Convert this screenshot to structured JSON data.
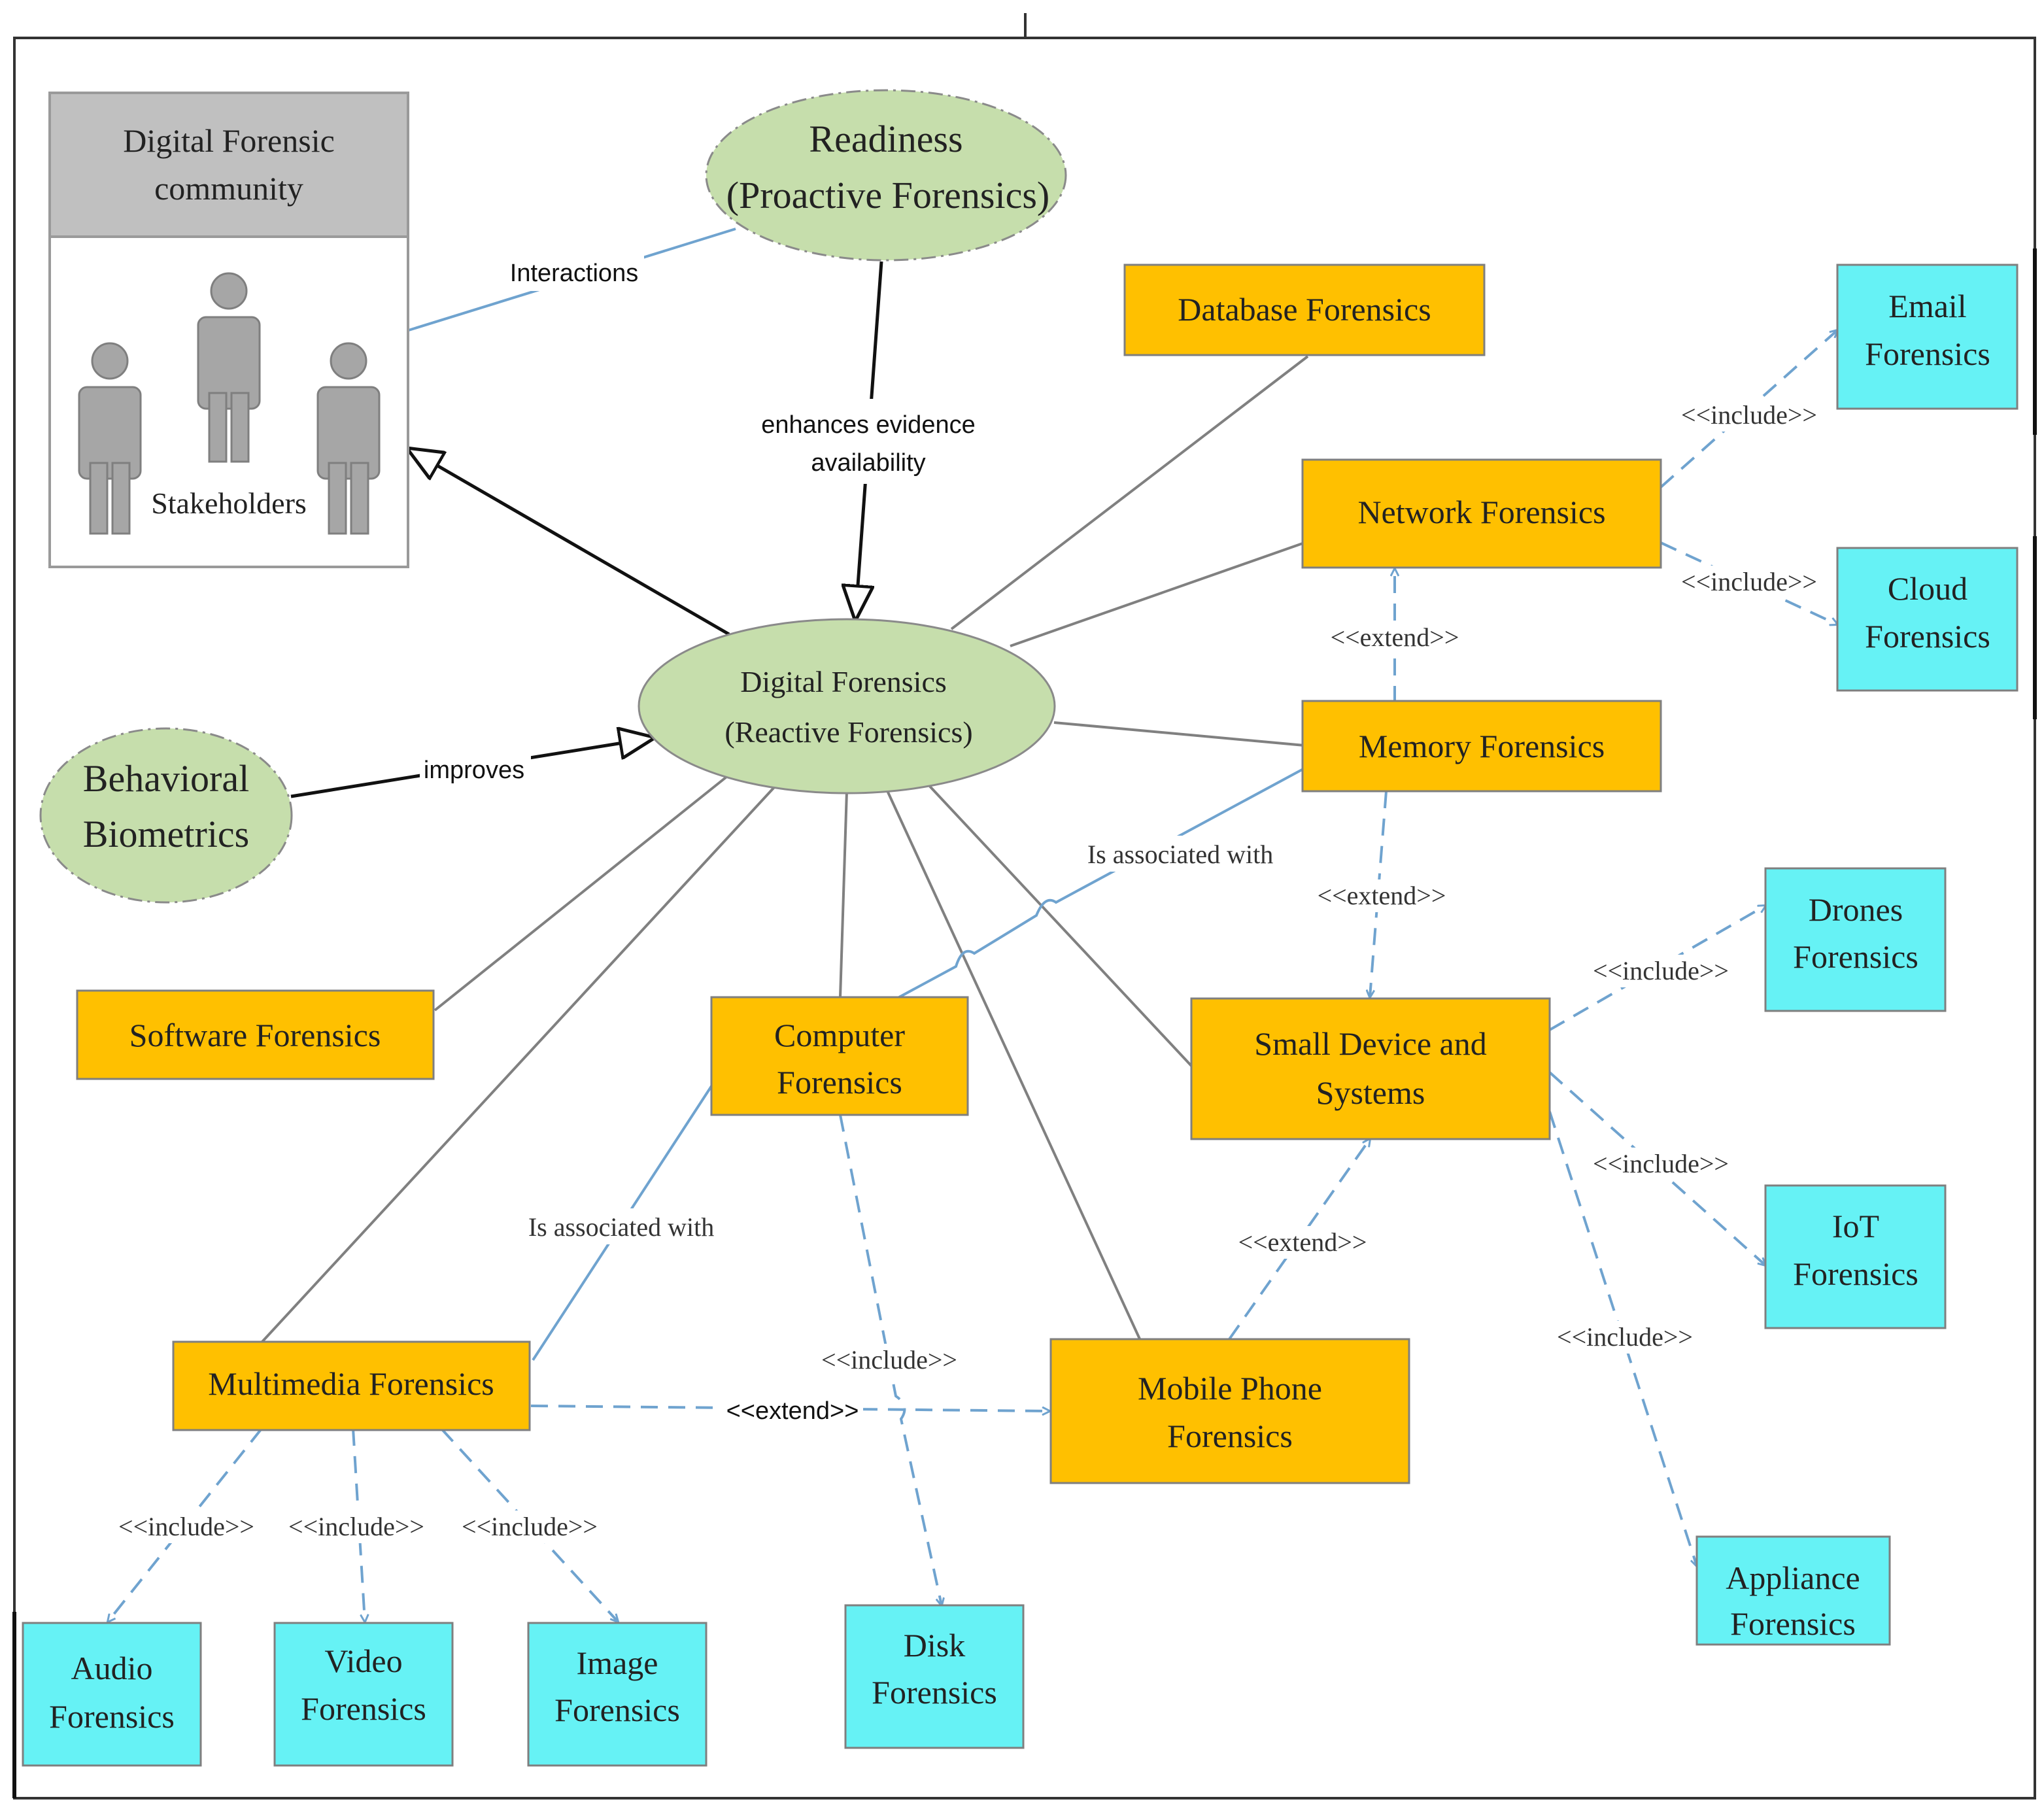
{
  "community": {
    "title_line1": "Digital Forensic",
    "title_line2": "community",
    "stakeholders_label": "Stakeholders"
  },
  "ellipses": {
    "readiness_line1": "Readiness",
    "readiness_line2": "(Proactive Forensics)",
    "digital_line1": "Digital Forensics",
    "digital_line2": "(Reactive Forensics)",
    "behavioral_line1": "Behavioral",
    "behavioral_line2": "Biometrics"
  },
  "orange_nodes": {
    "database": "Database Forensics",
    "network": "Network Forensics",
    "memory": "Memory Forensics",
    "software": "Software Forensics",
    "computer_line1": "Computer",
    "computer_line2": "Forensics",
    "small_device_line1": "Small Device and",
    "small_device_line2": "Systems",
    "multimedia": "Multimedia Forensics",
    "mobile_line1": "Mobile Phone",
    "mobile_line2": "Forensics"
  },
  "cyan_nodes": {
    "email_line1": "Email",
    "email_line2": "Forensics",
    "cloud_line1": "Cloud",
    "cloud_line2": "Forensics",
    "drones_line1": "Drones",
    "drones_line2": "Forensics",
    "iot_line1": "IoT",
    "iot_line2": "Forensics",
    "appliance_line1": "Appliance",
    "appliance_line2": "Forensics",
    "audio_line1": "Audio",
    "audio_line2": "Forensics",
    "video_line1": "Video",
    "video_line2": "Forensics",
    "image_line1": "Image",
    "image_line2": "Forensics",
    "disk_line1": "Disk",
    "disk_line2": "Forensics"
  },
  "edge_labels": {
    "interactions": "Interactions",
    "enhances_line1": "enhances evidence",
    "enhances_line2": "availability",
    "improves": "improves",
    "associated_memory": "Is associated with",
    "associated_multimedia": "Is associated with",
    "include": "<<include>>",
    "extend": "<<extend>>"
  },
  "colors": {
    "orange": "#FFC000",
    "cyan": "#66F2F5",
    "green": "#C6DEAC",
    "header_grey": "#C0C0C0",
    "person_grey": "#A6A6A6"
  }
}
